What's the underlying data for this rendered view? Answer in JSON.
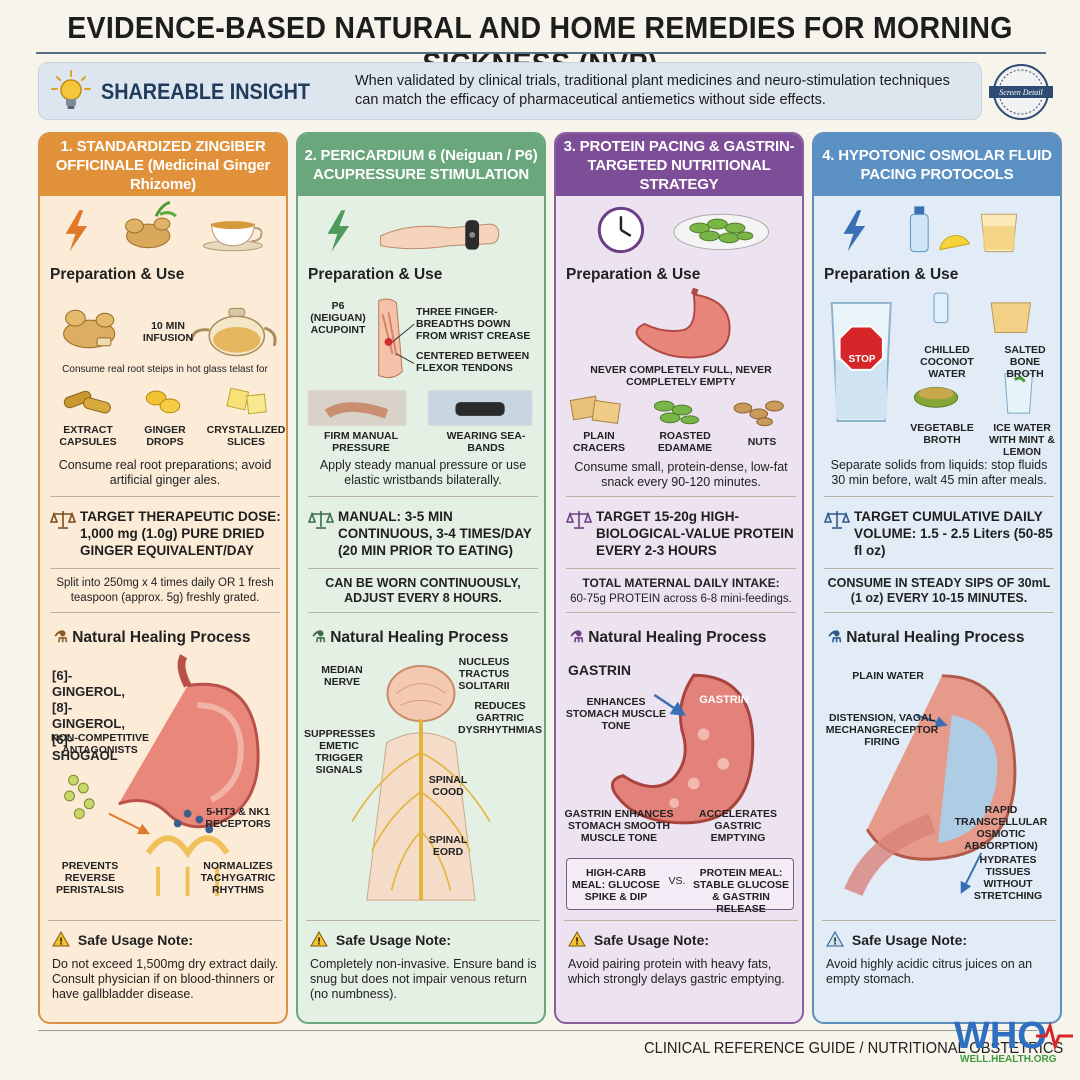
{
  "page": {
    "title": "EVIDENCE-BASED NATURAL AND HOME REMEDIES FOR MORNING SICKNESS (NVP)"
  },
  "insight": {
    "label": "SHAREABLE INSIGHT",
    "text": "When validated by clinical trials, traditional plant medicines and neuro-stimulation techniques can match the efficacy of pharmaceutical antiemetics without side effects.",
    "seal_text": "Screen Detail"
  },
  "columns": [
    {
      "title": "1. STANDARDIZED ZINGIBER OFFICINALE (Medicinal Ginger Rhizome)",
      "prep_head": "Preparation & Use",
      "infusion_label": "10 MIN INFUSION",
      "infusion_caption": "Consume real root steips in hot glass telast for",
      "forms": [
        "EXTRACT CAPSULES",
        "GINGER DROPS",
        "CRYSTALLIZED SLICES"
      ],
      "prep_text": "Consume real root preparations; avoid artificial ginger ales.",
      "dose": "TARGET THERAPEUTIC DOSE: 1,000 mg (1.0g) PURE DRIED GINGER EQUIVALENT/DAY",
      "dose_sub": "Split into 250mg x 4 times daily OR 1 fresh teaspoon (approx. 5g) freshly grated.",
      "heal_head": "Natural Healing Process",
      "heal_labels": [
        "[6]-GINGEROL, [8]-GINGEROL, [6]-SHOGAOL",
        "NON-COMPETITIVE ANTAGONISTS",
        "5-HT3 & NK1 RECEPTORS",
        "PREVENTS REVERSE PERISTALSIS",
        "NORMALIZES TACHYGATRIC RHYTHMS"
      ],
      "note_head": "Safe Usage Note:",
      "note_text": "Do not exceed 1,500mg dry extract daily. Consult physician if on blood-thinners or have gallbladder disease."
    },
    {
      "title": "2. PERICARDIUM 6 (Neiguan / P6) ACUPRESSURE STIMULATION",
      "prep_head": "Preparation & Use",
      "point_labels": [
        "P6 (NEIGUAN) ACUPOINT",
        "THREE FINGER-BREADTHS DOWN FROM WRIST CREASE",
        "CENTERED BETWEEN FLEXOR TENDONS"
      ],
      "methods": [
        "FIRM MANUAL PRESSURE",
        "WEARING SEA-BANDS"
      ],
      "prep_text": "Apply steady manual pressure or use elastic wristbands bilaterally.",
      "dose": "MANUAL: 3-5 MIN CONTINUOUS, 3-4 TIMES/DAY (20 MIN PRIOR TO EATING)",
      "dose_sub": "CAN BE WORN CONTINUOUSLY, ADJUST EVERY 8 HOURS.",
      "heal_head": "Natural Healing Process",
      "heal_labels": [
        "MEDIAN NERVE",
        "NUCLEUS TRACTUS SOLITARII",
        "REDUCES GARTRIC DYSRHYTHMIAS",
        "SUPPRESSES EMETIC TRIGGER SIGNALS",
        "SPINAL COOD",
        "SPINAL EORD"
      ],
      "note_head": "Safe Usage Note:",
      "note_text": "Completely non-invasive. Ensure band is snug but does not impair venous return (no numbness)."
    },
    {
      "title": "3. PROTEIN PACING & GASTRIN-TARGETED NUTRITIONAL STRATEGY",
      "prep_head": "Preparation & Use",
      "stomach_label": "NEVER COMPLETELY FULL, NEVER COMPLETELY EMPTY",
      "foods": [
        "PLAIN CRACERS",
        "ROASTED EDAMAME",
        "NUTS"
      ],
      "prep_text": "Consume small, protein-dense, low-fat snack every 90-120 minutes.",
      "dose": "TARGET 15-20g HIGH-BIOLOGICAL-VALUE PROTEIN EVERY 2-3 HOURS",
      "dose_sub_head": "TOTAL MATERNAL DAILY INTAKE:",
      "dose_sub": "60-75g PROTEIN across 6-8 mini-feedings.",
      "heal_head": "Natural Healing Process",
      "heal_labels": [
        "GASTRIN",
        "ENHANCES STOMACH MUSCLE TONE",
        "GASTRIN",
        "GASTRIN ENHANCES STOMACH SMOOTH MUSCLE TONE",
        "ACCELERATES GASTRIC EMPTYING"
      ],
      "compare": [
        "HIGH-CARB MEAL: GLUCOSE SPIKE & DIP",
        "VS.",
        "PROTEIN MEAL: STABLE GLUCOSE & GASTRIN RELEASE"
      ],
      "note_head": "Safe Usage Note:",
      "note_text": "Avoid pairing protein with heavy fats, which strongly delays gastric emptying."
    },
    {
      "title": "4. HYPOTONIC OSMOLAR FLUID PACING PROTOCOLS",
      "prep_head": "Preparation & Use",
      "stop_label": "STOP",
      "fluids": [
        "CHILLED COCONOT WATER",
        "SALTED BONE BROTH",
        "VEGETABLE BROTH",
        "ICE WATER WITH MINT & LEMON"
      ],
      "prep_text": "Separate solids from liquids: stop fluids 30 min before, walt 45 min after meals.",
      "dose": "TARGET CUMULATIVE DAILY VOLUME: 1.5 - 2.5 Liters (50-85 fl oz)",
      "dose_sub": "CONSUME IN STEADY SIPS OF 30mL (1 oz) EVERY 10-15 MINUTES.",
      "heal_head": "Natural Healing Process",
      "heal_labels": [
        "PLAIN WATER",
        "DISTENSION, VAGAL MECHANGRECEPTOR FIRING",
        "RAPID TRANSCELLULAR OSMOTIC ABSORPTION)",
        "HYDRATES TISSUES WITHOUT STRETCHING"
      ],
      "note_head": "Safe Usage Note:",
      "note_text": "Avoid highly acidic citrus juices on an empty stomach."
    }
  ],
  "footer": {
    "reference": "CLINICAL REFERENCE GUIDE / NUTRITIONAL OBSTETRICS",
    "logo_text": "WHO",
    "logo_sub": "WELL.HEALTH.ORG"
  },
  "colors": {
    "ginger": "#e0913a",
    "acupressure": "#6aa77c",
    "protein": "#7e4d97",
    "fluid": "#5b90c2",
    "insight_bg": "#dde6ef"
  }
}
